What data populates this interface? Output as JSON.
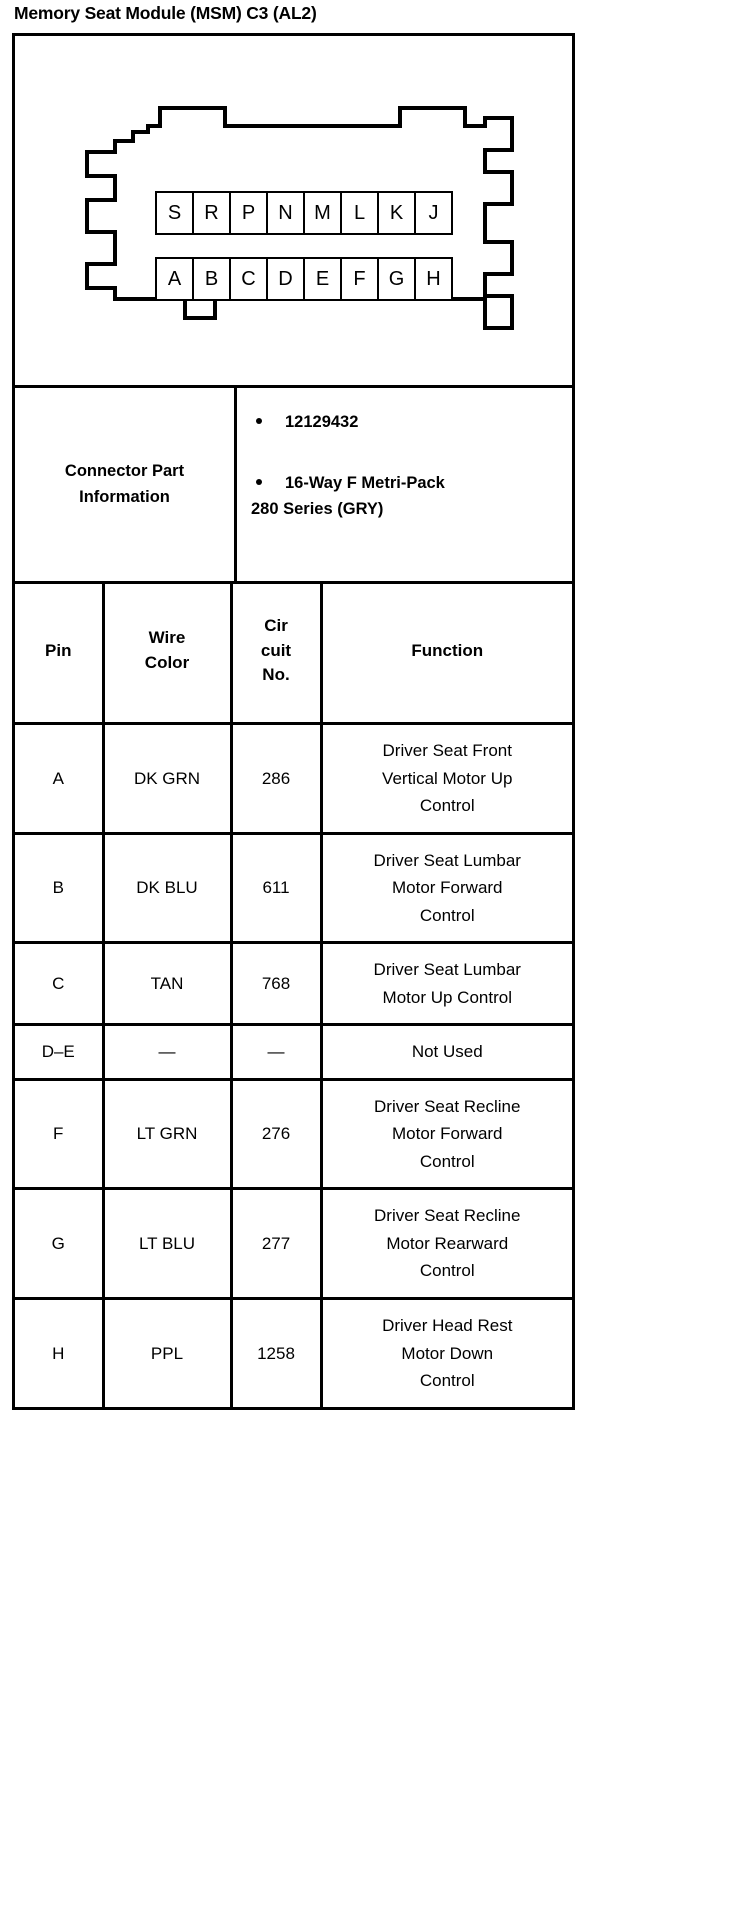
{
  "document": {
    "title": "Memory Seat Module (MSM) C3 (AL2)"
  },
  "connector_diagram": {
    "name": "connector-face-view",
    "top_row": [
      "S",
      "R",
      "P",
      "N",
      "M",
      "L",
      "K",
      "J"
    ],
    "bottom_row": [
      "A",
      "B",
      "C",
      "D",
      "E",
      "F",
      "G",
      "H"
    ]
  },
  "connector_info": {
    "label_line1": "Connector Part",
    "label_line2": "Information",
    "items": [
      {
        "text": "12129432",
        "text2": ""
      },
      {
        "text": "16-Way F Metri-Pack",
        "text2": "280 Series (GRY)"
      }
    ]
  },
  "table": {
    "headers": {
      "pin": "Pin",
      "wire_color_line1": "Wire",
      "wire_color_line2": "Color",
      "circuit_line1": "Cir",
      "circuit_line2": "cuit",
      "circuit_line3": "No.",
      "function": "Function"
    },
    "rows": [
      {
        "pin": "A",
        "wire_color": "DK GRN",
        "circuit_no": "286",
        "function_lines": [
          "Driver Seat Front",
          "Vertical Motor Up",
          "Control"
        ]
      },
      {
        "pin": "B",
        "wire_color": "DK BLU",
        "circuit_no": "611",
        "function_lines": [
          "Driver Seat Lumbar",
          "Motor Forward",
          "Control"
        ]
      },
      {
        "pin": "C",
        "wire_color": "TAN",
        "circuit_no": "768",
        "function_lines": [
          "Driver Seat Lumbar",
          "Motor Up Control"
        ]
      },
      {
        "pin": "D–E",
        "wire_color": "—",
        "circuit_no": "—",
        "function_lines": [
          "Not Used"
        ]
      },
      {
        "pin": "F",
        "wire_color": "LT GRN",
        "circuit_no": "276",
        "function_lines": [
          "Driver Seat Recline",
          "Motor Forward",
          "Control"
        ]
      },
      {
        "pin": "G",
        "wire_color": "LT BLU",
        "circuit_no": "277",
        "function_lines": [
          "Driver Seat Recline",
          "Motor Rearward",
          "Control"
        ]
      },
      {
        "pin": "H",
        "wire_color": "PPL",
        "circuit_no": "1258",
        "function_lines": [
          "Driver Head Rest",
          "Motor Down",
          "Control"
        ]
      }
    ]
  },
  "colors": {
    "ink": "#000000",
    "paper": "#ffffff"
  }
}
